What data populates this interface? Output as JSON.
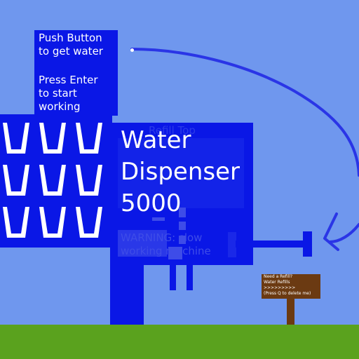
{
  "hint": {
    "line1": "Push Button\nto get water",
    "line2": "Press Enter\nto start\nworking"
  },
  "machine": {
    "refill_label": "Refill Top",
    "title": "Water\nDispenser\n5000",
    "warning": "WARNING: slow\nworking machine"
  },
  "sign": {
    "text": "Need a Refill?\nWater Refills\n>>>>>>>>>\n(Press Q to delete me)"
  },
  "colors": {
    "sky": "#6f97ee",
    "machine_blue": "#0a17e6",
    "grass": "#5aa21e",
    "sign_brown": "#6b3a12"
  }
}
